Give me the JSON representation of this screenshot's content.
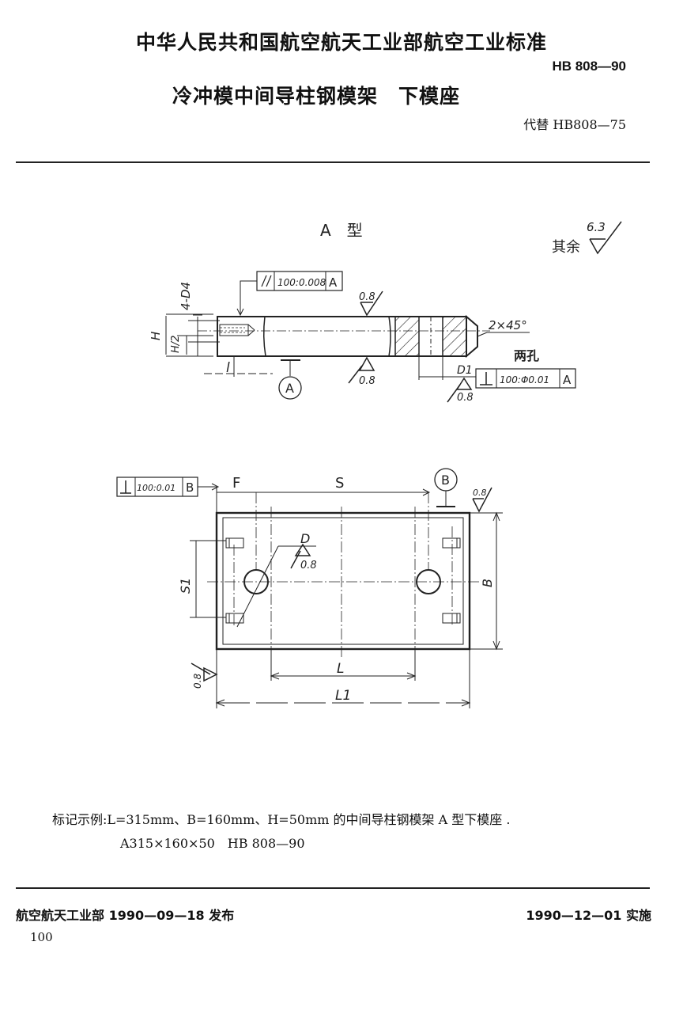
{
  "header": {
    "org_title": "中华人民共和国航空航天工业部航空工业标准",
    "standard_no": "HB 808—90",
    "doc_title": "冷冲模中间导柱钢模架　下模座",
    "replaces": "代替 HB808—75"
  },
  "drawing": {
    "type_label": "A　型",
    "roughness_other_label": "其余",
    "roughness_other_value": "6.3",
    "side_view": {
      "hole_callout": "4-D4",
      "dim_H": "H",
      "dim_H_half": "H/2",
      "dim_l": "l",
      "parallelism_tol": "100:0.008",
      "datum_A_ref": "A",
      "roughness_top": "0.8",
      "roughness_bottom": "0.8",
      "chamfer": "2×45°",
      "two_holes": "两孔",
      "dim_D1": "D1",
      "perp_tol_D1": "100:Φ0.01",
      "perp_datum_D1": "A",
      "roughness_D1": "0.8",
      "datum_A_label": "A"
    },
    "top_view": {
      "perp_tol": "100:0.01",
      "perp_datum": "B",
      "dim_F": "F",
      "dim_S": "S",
      "datum_B_label": "B",
      "roughness_right": "0.8",
      "dim_D": "D",
      "roughness_D": "0.8",
      "dim_S1": "S1",
      "dim_B": "B",
      "dim_L": "L",
      "dim_L1": "L1",
      "roughness_left": "0.8"
    }
  },
  "marking": {
    "example_line": "标记示例:L=315mm、B=160mm、H=50mm 的中间导柱钢模架 A 型下模座 .",
    "example_code": "A315×160×50　HB 808—90"
  },
  "footer": {
    "issued": "航空航天工业部 1990—09—18 发布",
    "effective": "1990—12—01 实施",
    "page_number": "100"
  }
}
